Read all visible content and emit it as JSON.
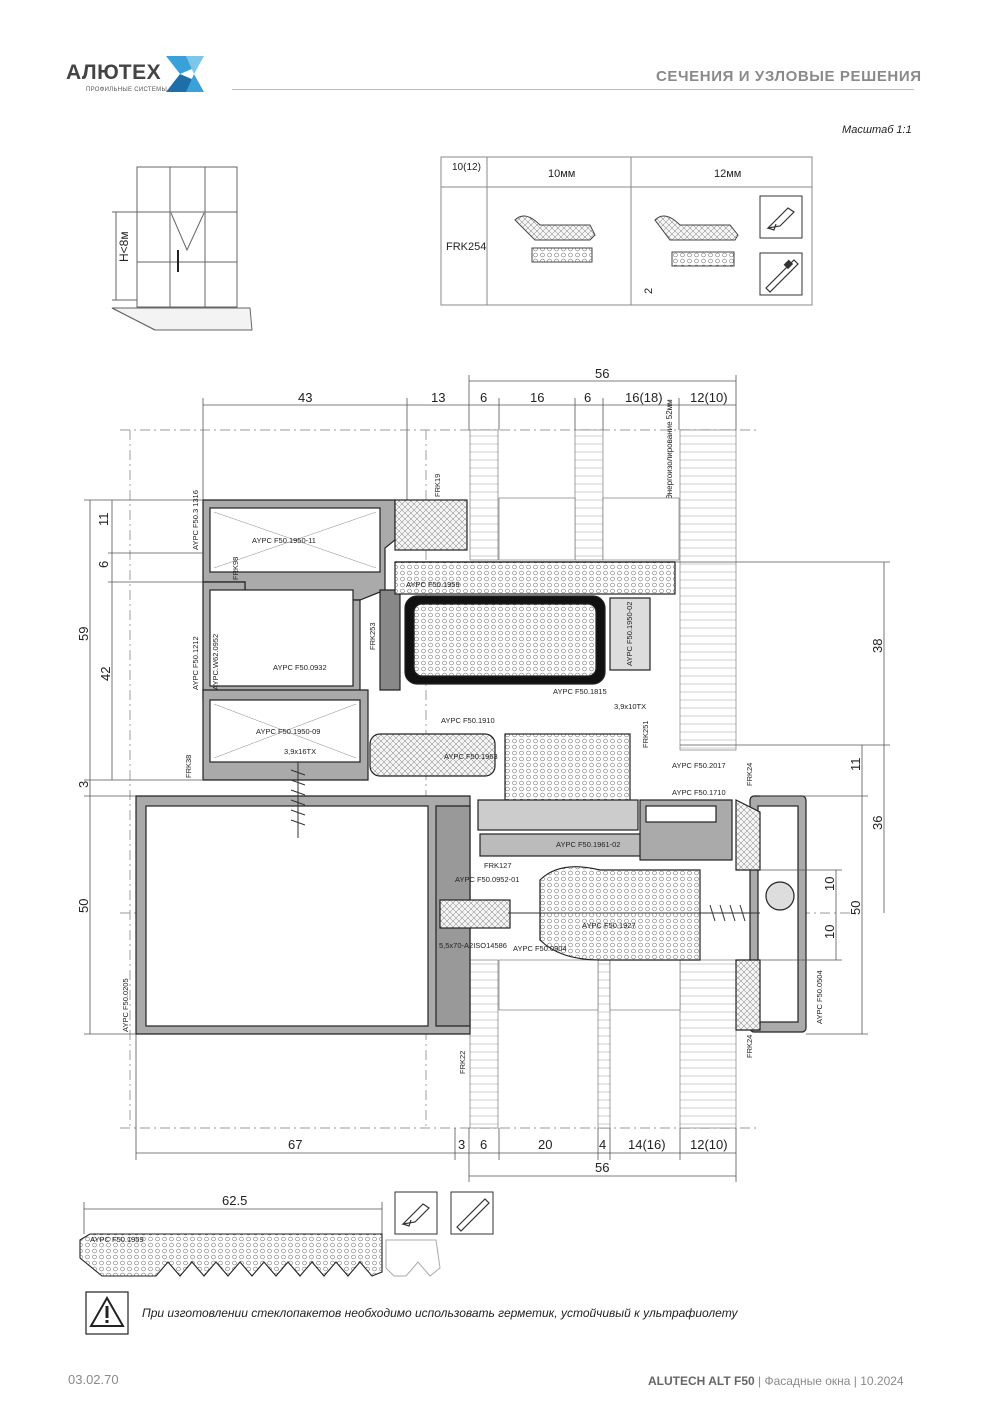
{
  "brand": {
    "name": "АЛЮТЕХ",
    "tagline": "ПРОФИЛЬНЫЕ СИСТЕМЫ",
    "accent_color": "#3aa1d8",
    "accent_dark": "#1e6fa8"
  },
  "header": {
    "title": "СЕЧЕНИЯ И УЗЛОВЫЕ РЕШЕНИЯ"
  },
  "scale_label": "Масштаб 1:1",
  "height_label": "H<8м",
  "seal_table": {
    "corner": "10(12)",
    "col_a": "10мм",
    "col_b": "12мм",
    "row": "FRK254",
    "offset": "2"
  },
  "top_dims": {
    "total": "56",
    "segments": [
      "43",
      "13",
      "6",
      "16",
      "6",
      "16(18)",
      "12(10)"
    ],
    "glass_note": "Энергоизолирование 52мм"
  },
  "bottom_dims": {
    "total": "56",
    "segments": [
      "67",
      "3",
      "6",
      "20",
      "4",
      "14(16)",
      "12(10)"
    ]
  },
  "left_dims": [
    "11",
    "6",
    "59",
    "42",
    "3",
    "50"
  ],
  "right_dims": [
    "38",
    "11",
    "36",
    "10",
    "50",
    "10"
  ],
  "parts": {
    "p1316": "AYPC F50.3 1316",
    "p1950_11": "AYPC F50.1950-11",
    "frk98": "FRK98",
    "frk19": "FRK19",
    "p1959": "AYPC F50.1959",
    "frk253": "FRK253",
    "p1212": "AYPC F50.1212",
    "pw62": "AYPC.W62.0952",
    "p0932": "AYPC F50.0932",
    "p1950_02": "AYPC F50.1950-02",
    "p1815": "AYPC F50.1815",
    "screw39x10": "3,9х10ТХ",
    "p1910": "AYPC F50.1910",
    "p1950_09": "AYPC F50.1950-09",
    "screw39x16": "3,9х16ТХ",
    "p1963": "AYPC F50.1963",
    "frk251": "FRK251",
    "p2017": "AYPC F50.2017",
    "frk38": "FRK38",
    "frk24a": "FRK24",
    "p1710": "AYPC F50.1710",
    "p1961_02": "AYPC F50.1961-02",
    "frk127": "FRK127",
    "p0952_01": "AYPC F50.0952-01",
    "screw55": "5,5х70-A2ISO14586",
    "p0904": "AYPC F50.0904",
    "p1927": "AYPC F50.1927",
    "p0205": "AYPC F50.0205",
    "frk22": "FRK22",
    "p0504": "AYPC F50.0504",
    "frk24b": "FRK24"
  },
  "bottom_profile": {
    "dimension": "62.5",
    "label": "AYPC F50.1959"
  },
  "warning": {
    "text": "При изготовлении стеклопакетов необходимо использовать герметик, устойчивый к ультрафиолету"
  },
  "footer": {
    "page": "03.02.70",
    "product": "ALUTECH ALT F50",
    "rest": "| Фасадные окна | 10.2024"
  }
}
